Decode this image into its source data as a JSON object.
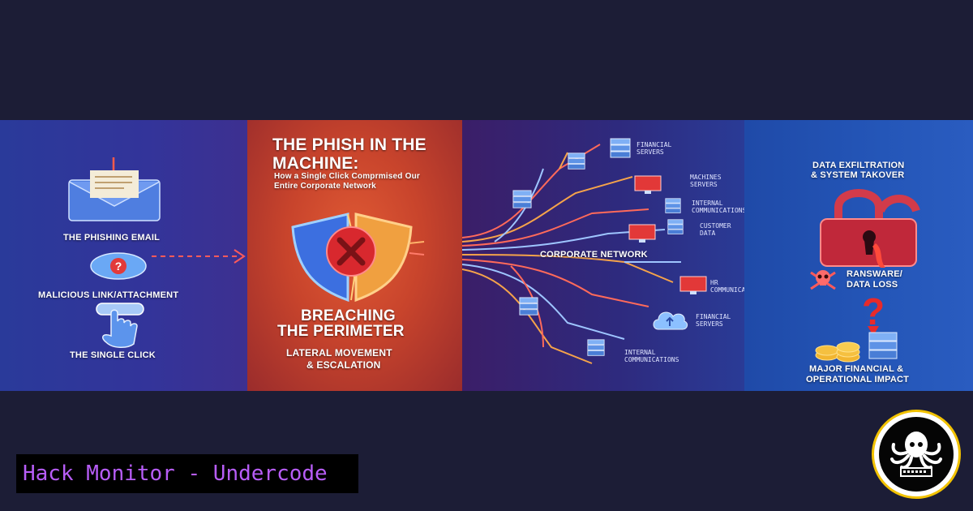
{
  "title": {
    "line1": "THE PHISH IN THE",
    "line2": "MACHINE:",
    "subtitle_line1": "How a Single Click Comprmised Our",
    "subtitle_line2": "Entire Corporate Network"
  },
  "left_panel": {
    "step1": "THE PHISHING EMAIL",
    "step2": "MALICIOUS LINK/ATTACHMENT",
    "step3": "THE SINGLE CLICK"
  },
  "center_panel": {
    "breach_line1": "BREACHING",
    "breach_line2": "THE PERIMETER",
    "lateral_line1": "LATERAL MOVEMENT",
    "lateral_line2": "& ESCALATION"
  },
  "network_panel": {
    "hub_label": "CORPORATE NETWORK",
    "nodes": [
      {
        "label": "FINANCIAL\nSERVERS"
      },
      {
        "label": "MACHINES\nSERVERS"
      },
      {
        "label": "INTERNAL\nCOMMUNICATIONS"
      },
      {
        "label": "CUSTOMER\nDATA"
      },
      {
        "label": "HR\nCOMMUNICATIONS"
      },
      {
        "label": "FINANCIAL\nSERVERS"
      },
      {
        "label": "INTERNAL\nCOMMUNICATIONS"
      }
    ]
  },
  "right_panel": {
    "top_line1": "DATA EXFILTRATION",
    "top_line2": "& SYSTEM TAKOVER",
    "ransom_line1": "RANSWARE/",
    "ransom_line2": "DATA LOSS",
    "impact_line1": "MAJOR FINANCIAL &",
    "impact_line2": "OPERATIONAL IMPACT"
  },
  "footer": {
    "brand": "Hack Monitor - Undercode"
  },
  "icons": {
    "email": "envelope-hook-icon",
    "link": "question-bubble-icon",
    "click": "hand-pointer-icon",
    "shield": "broken-shield-icon",
    "lock": "padlock-icon",
    "skull": "skull-icon",
    "question": "question-mark-icon",
    "coins": "coins-stack-icon",
    "logo": "octopus-logo-icon"
  },
  "colors": {
    "background": "#1c1d36",
    "left_panel": "#33349a",
    "center_panel": "#c8442c",
    "network_panel": "#2e2a7e",
    "right_panel": "#2456b8",
    "footer_text": "#b75df7",
    "footer_bg": "#000000",
    "circuit_red": "#ff6a5a",
    "circuit_orange": "#f5a34a",
    "circuit_blue": "#9ec5ff"
  }
}
